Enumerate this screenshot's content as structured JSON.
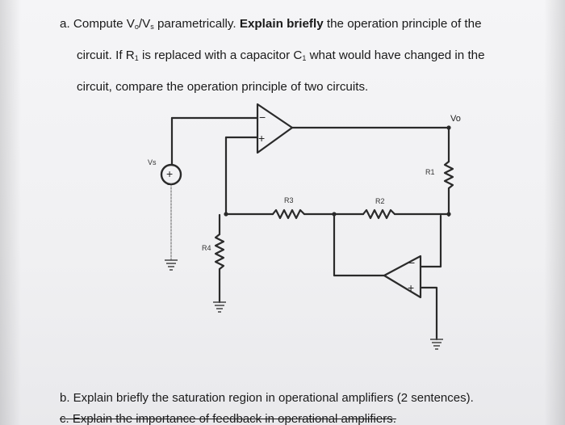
{
  "question_a": {
    "marker": "a.",
    "line1_prefix": "Compute V",
    "sub_o": "o",
    "sep": "/V",
    "sub_s": "s",
    "line1_mid": " parametrically. ",
    "line1_bold": "Explain briefly",
    "line1_end": " the operation principle of the",
    "line2_start": "circuit. If R",
    "line2_sub1": "1",
    "line2_mid": " is replaced with a capacitor C",
    "line2_sub2": "1",
    "line2_end": " what would have changed in the",
    "line3": "circuit, compare the operation principle of two circuits."
  },
  "circuit": {
    "labels": {
      "vo": "Vo",
      "vs": "Vs",
      "r1": "R1",
      "r2": "R2",
      "r3": "R3",
      "r4": "R4"
    },
    "signs": {
      "plus": "+",
      "minus": "−"
    }
  },
  "question_b": {
    "text": "b. Explain briefly the saturation region in operational amplifiers (2 sentences)."
  },
  "question_c": {
    "text": "c. Explain the importance of feedback in operational amplifiers."
  }
}
